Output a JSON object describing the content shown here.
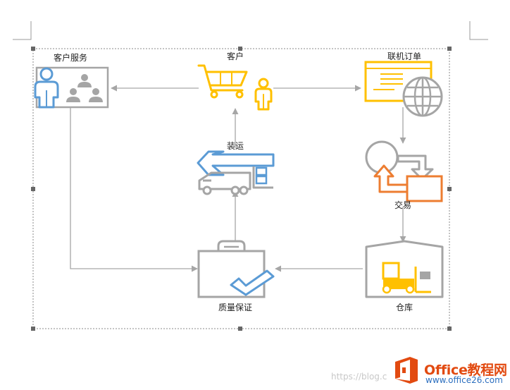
{
  "diagram": {
    "nodes": {
      "customer_service": {
        "label": "客户服务",
        "icon": "customer-service-icon"
      },
      "customer": {
        "label": "客户",
        "icon": "shopping-cart-customer-icon"
      },
      "online_order": {
        "label": "联机订单",
        "icon": "online-order-globe-icon"
      },
      "shipping": {
        "label": "装运",
        "icon": "delivery-truck-icon"
      },
      "transaction": {
        "label": "交易",
        "icon": "transaction-exchange-icon"
      },
      "quality": {
        "label": "质量保证",
        "icon": "quality-check-icon"
      },
      "warehouse": {
        "label": "仓库",
        "icon": "warehouse-forklift-icon"
      }
    },
    "edges": [
      {
        "from": "customer",
        "to": "customer_service"
      },
      {
        "from": "customer",
        "to": "online_order"
      },
      {
        "from": "online_order",
        "to": "transaction"
      },
      {
        "from": "transaction",
        "to": "warehouse"
      },
      {
        "from": "warehouse",
        "to": "quality"
      },
      {
        "from": "customer_service",
        "to": "quality"
      },
      {
        "from": "quality",
        "to": "shipping"
      },
      {
        "from": "shipping",
        "to": "customer"
      }
    ],
    "colors": {
      "blue": "#5b9bd5",
      "gray": "#a5a5a5",
      "gold": "#ffc000",
      "orange": "#ed7d31",
      "arrow": "#a6a6a6"
    }
  },
  "watermark": {
    "url": "https://blog.c",
    "brand": "Office教程网",
    "site": "www.office26.com"
  }
}
